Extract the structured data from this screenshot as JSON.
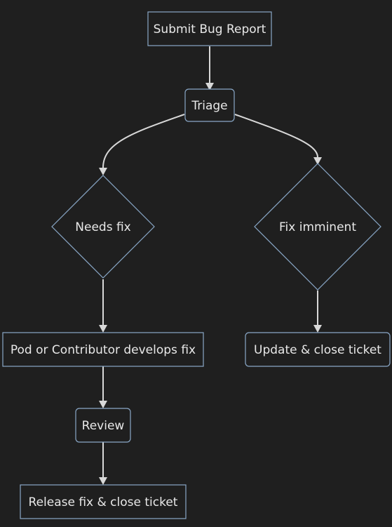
{
  "diagram": {
    "type": "flowchart",
    "colors": {
      "background": "#1f1f1f",
      "node_border": "#8aa8c8",
      "edge": "#d8d8d8",
      "text": "#e8e8e8"
    },
    "nodes": [
      {
        "id": "submit",
        "label": "Submit Bug Report",
        "shape": "rect"
      },
      {
        "id": "triage",
        "label": "Triage",
        "shape": "rounded"
      },
      {
        "id": "needs_fix",
        "label": "Needs fix",
        "shape": "diamond"
      },
      {
        "id": "fix_imminent",
        "label": "Fix imminent",
        "shape": "diamond"
      },
      {
        "id": "develop",
        "label": "Pod or Contributor develops fix",
        "shape": "rect"
      },
      {
        "id": "update_close",
        "label": "Update & close ticket",
        "shape": "rounded"
      },
      {
        "id": "review",
        "label": "Review",
        "shape": "rounded"
      },
      {
        "id": "release",
        "label": "Release fix & close ticket",
        "shape": "rect"
      }
    ],
    "edges": [
      {
        "from": "submit",
        "to": "triage"
      },
      {
        "from": "triage",
        "to": "needs_fix"
      },
      {
        "from": "triage",
        "to": "fix_imminent"
      },
      {
        "from": "needs_fix",
        "to": "develop"
      },
      {
        "from": "fix_imminent",
        "to": "update_close"
      },
      {
        "from": "develop",
        "to": "review"
      },
      {
        "from": "review",
        "to": "release"
      }
    ]
  }
}
